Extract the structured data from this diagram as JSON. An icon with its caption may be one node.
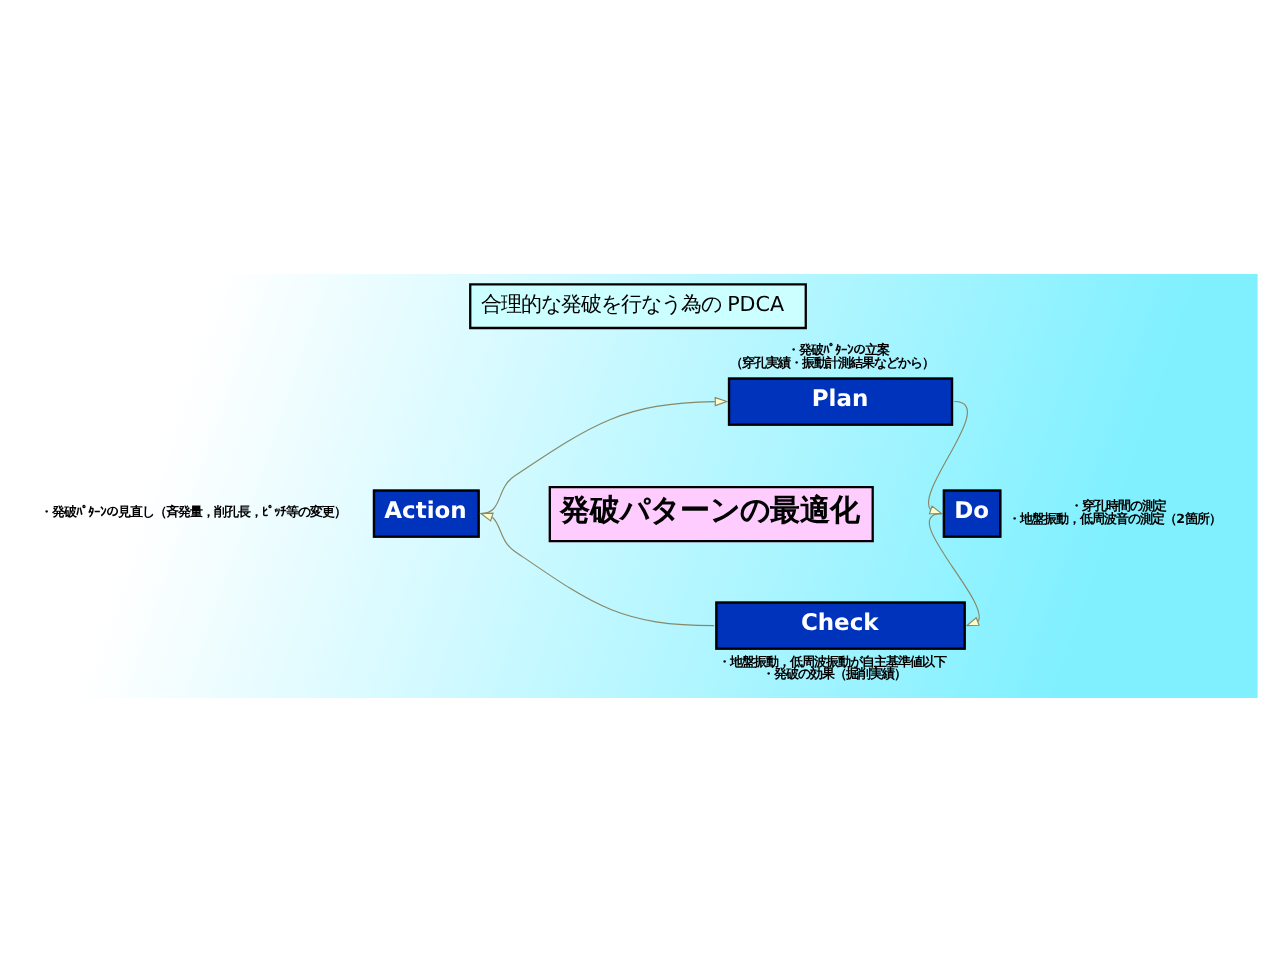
{
  "diagram": {
    "title": "合理的な発破を行なう為の PDCA",
    "nodes": [
      {
        "text": [
          "Plan"
        ],
        "beside": [
          "・発破ﾊﾟﾀｰﾝの立案",
          "（穿孔実績・振動計測結果などから）"
        ]
      },
      {
        "text": [
          "Do"
        ],
        "beside": [
          "・穿孔時間の測定",
          "・地盤振動，低周波音の測定（2箇所）"
        ]
      },
      {
        "text": [
          "Check"
        ],
        "beside": [
          "・地盤振動，低周波振動が自主基準値以下",
          "・発破の効果（掘削実績）"
        ]
      },
      {
        "text": [
          "Action"
        ],
        "beside": [
          "・発破ﾊﾟﾀｰﾝの見直し（斉発量，削孔長，ﾋﾟｯﾁ等の変更）"
        ]
      },
      {
        "text": [
          "発破パターンの最適化"
        ]
      }
    ],
    "edges": [
      {
        "from": 0,
        "to": 1,
        "arrow": "to"
      },
      {
        "from": 1,
        "to": 2,
        "arrow": "to"
      },
      {
        "from": 2,
        "to": 3,
        "arrow": "to"
      },
      {
        "from": 3,
        "to": 0,
        "arrow": "to"
      }
    ]
  }
}
